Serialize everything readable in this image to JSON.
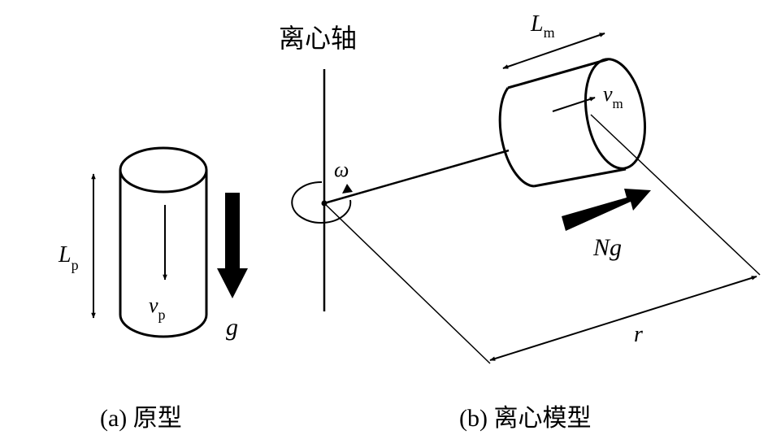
{
  "prototype": {
    "length_symbol": "L",
    "length_sub": "p",
    "velocity_symbol": "v",
    "velocity_sub": "p",
    "gravity_label": "g",
    "caption": "(a) 原型"
  },
  "centrifuge": {
    "axis_label": "离心轴",
    "omega_label": "ω",
    "length_symbol": "L",
    "length_sub": "m",
    "velocity_symbol": "v",
    "velocity_sub": "m",
    "accel_label": "Ng",
    "radius_label": "r",
    "caption": "(b) 离心模型"
  },
  "colors": {
    "ink": "#000000",
    "background": "#ffffff"
  }
}
